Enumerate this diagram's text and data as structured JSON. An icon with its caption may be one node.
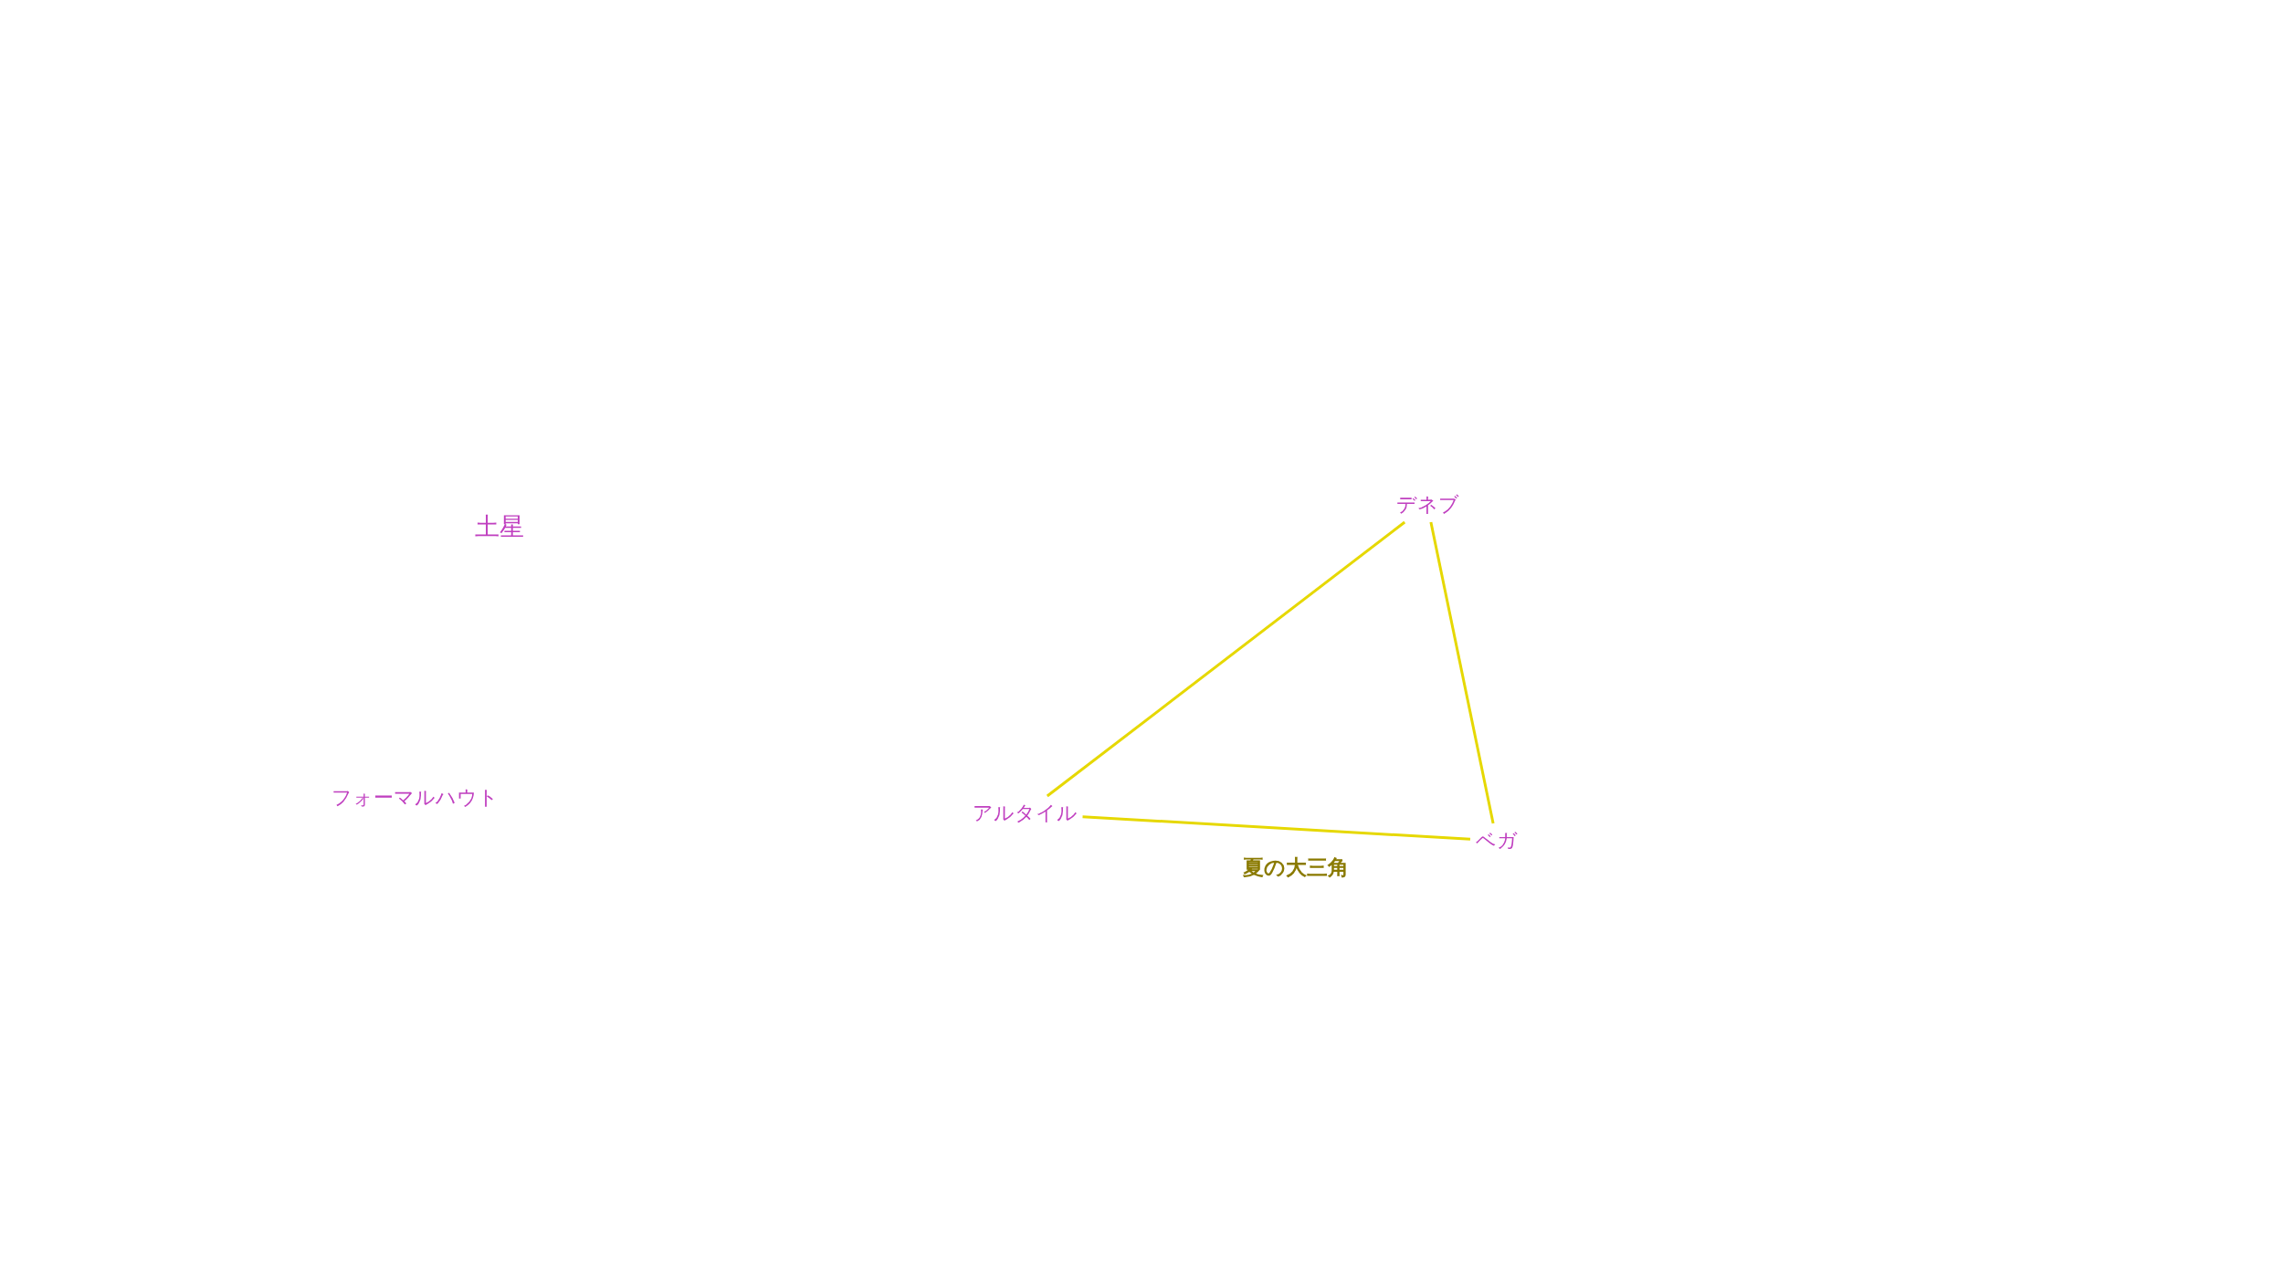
{
  "diagram": {
    "nodes": [
      {
        "text": [
          "土星"
        ]
      },
      {
        "text": [
          "フォーマルハウト"
        ]
      },
      {
        "text": [
          "デネブ"
        ]
      },
      {
        "text": [
          "アルタイル"
        ]
      },
      {
        "text": [
          "ベガ"
        ]
      }
    ],
    "edges": [
      {
        "from": 2,
        "to": 3,
        "arrow": "none"
      },
      {
        "from": 2,
        "to": 4,
        "arrow": "none"
      },
      {
        "from": 3,
        "to": 4,
        "arrow": "none",
        "label": "夏の大三角"
      }
    ]
  }
}
